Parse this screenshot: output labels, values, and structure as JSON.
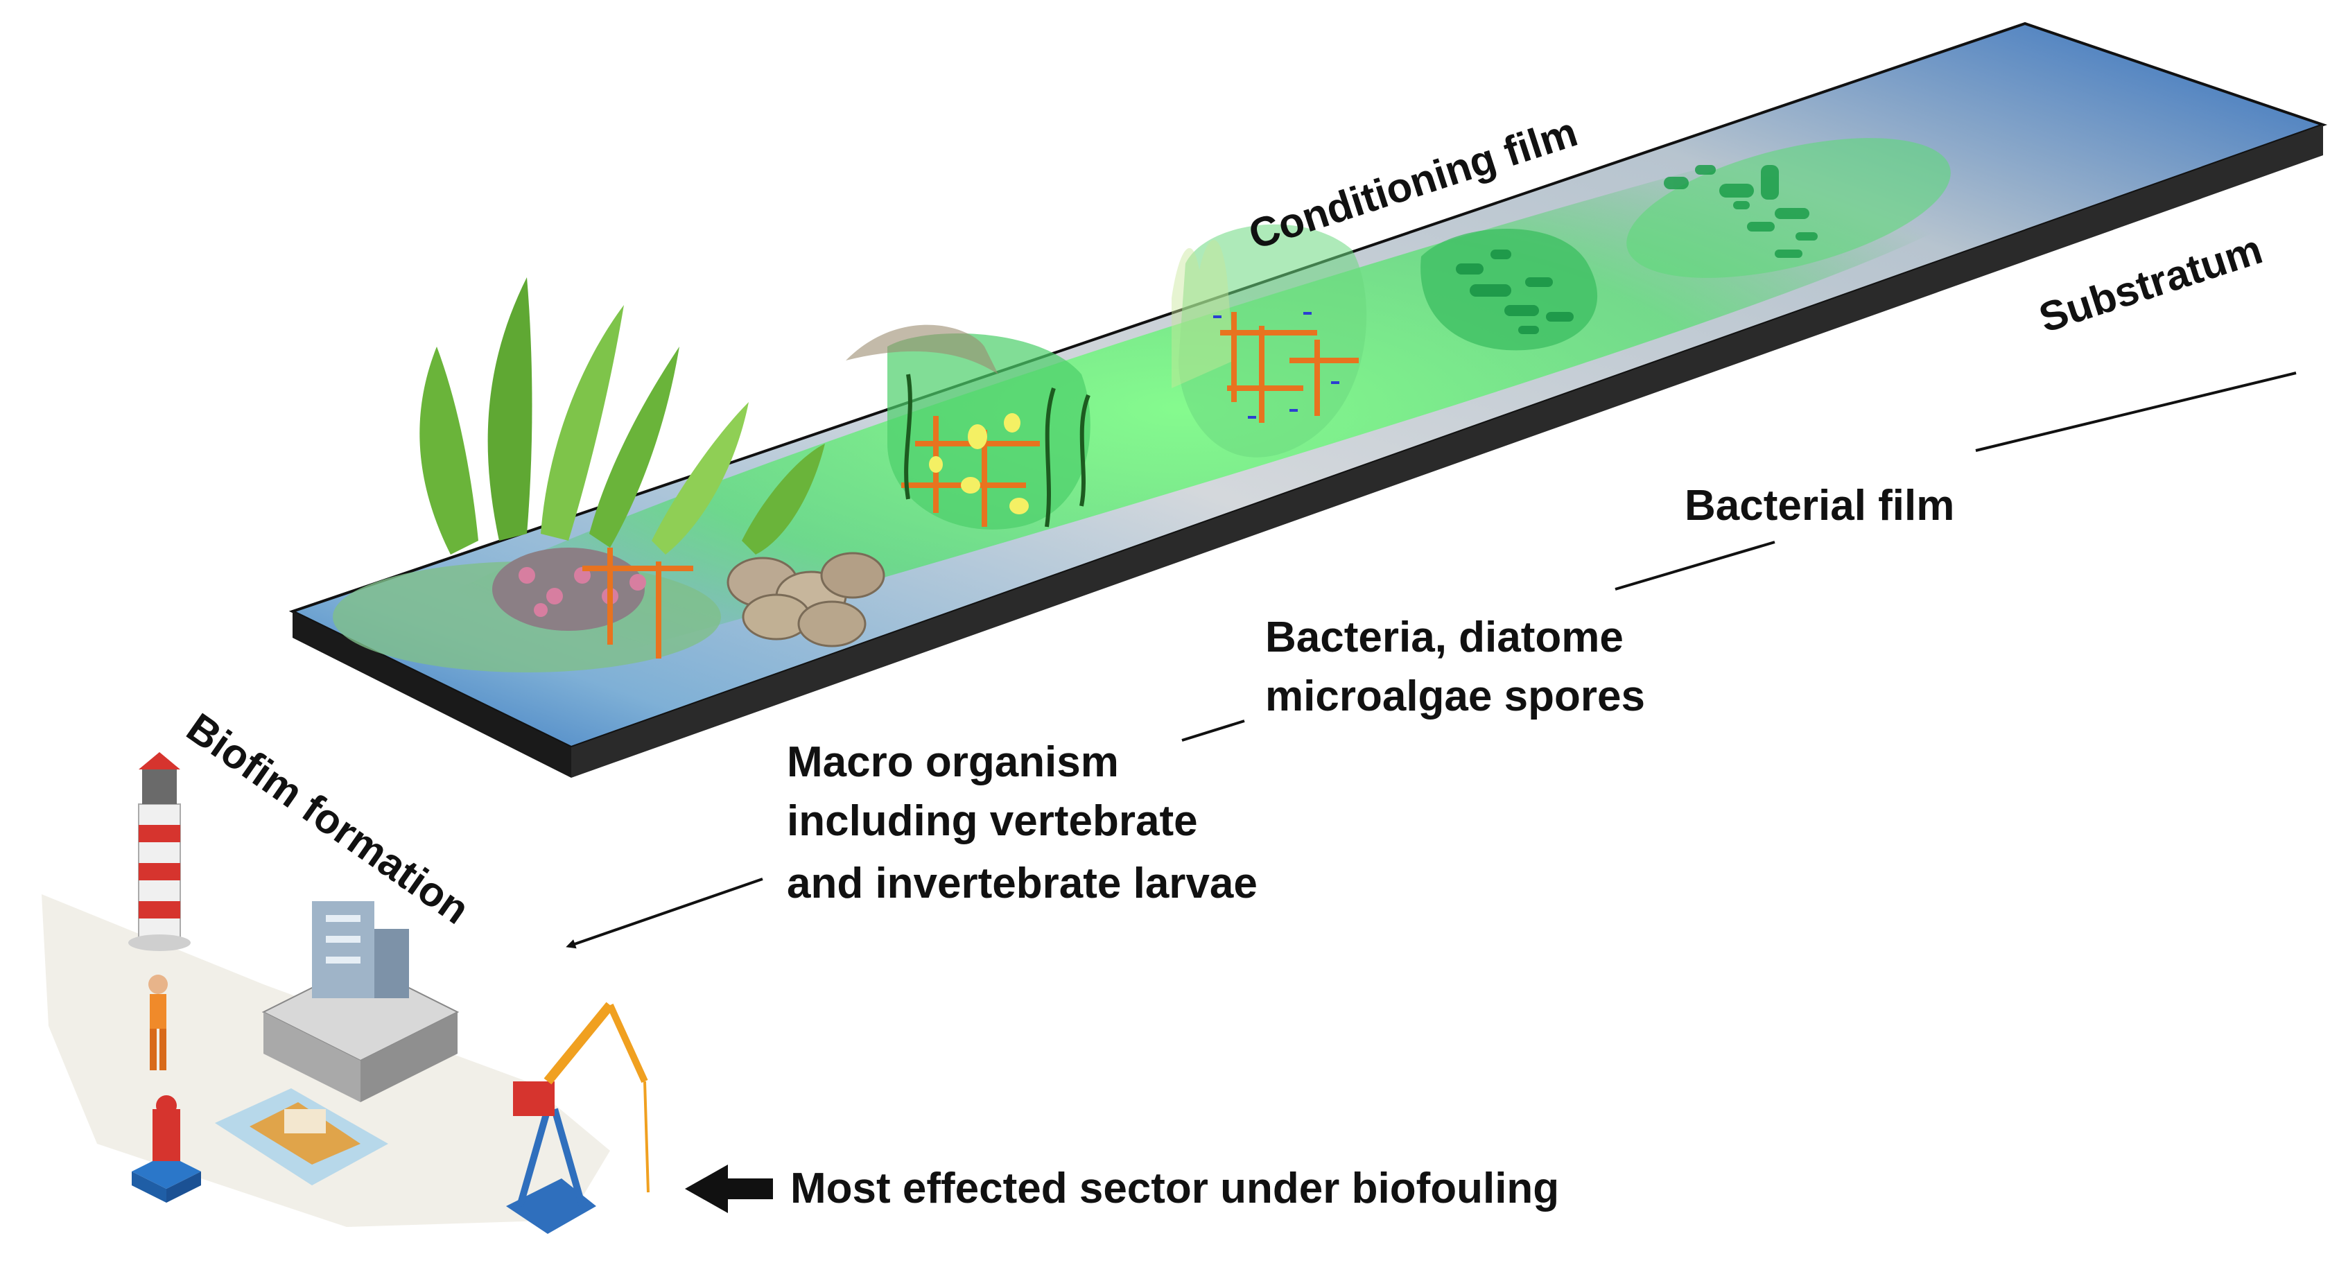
{
  "labels": {
    "conditioning_film": "Conditioning film",
    "substratum": "Substratum",
    "bacterial_film": "Bacterial film",
    "bacteria_line1": "Bacteria, diatome",
    "bacteria_line2": "microalgae spores",
    "macro_line1": "Macro organism",
    "macro_line2": "including vertebrate",
    "macro_line3": "and invertebrate larvae",
    "biofilm_formation": "Biofim formation",
    "most_effected": "Most effected sector under biofouling"
  },
  "colors": {
    "substrate_top_light": "#c9d2d8",
    "substrate_top_blue": "#2f70c0",
    "substrate_edge": "#1a1a1a",
    "film_green": "#3ecf63",
    "dark_green": "#1f9a4a",
    "orange": "#e8731f",
    "seaweed": "#6ab43a"
  },
  "icons": [
    "lighthouse-icon",
    "office-building-icon",
    "port-crane-icon",
    "ship-icon",
    "buoy-icon",
    "worker-icon",
    "seaweed-icon",
    "clam-shells-icon",
    "barnacles-icon"
  ]
}
